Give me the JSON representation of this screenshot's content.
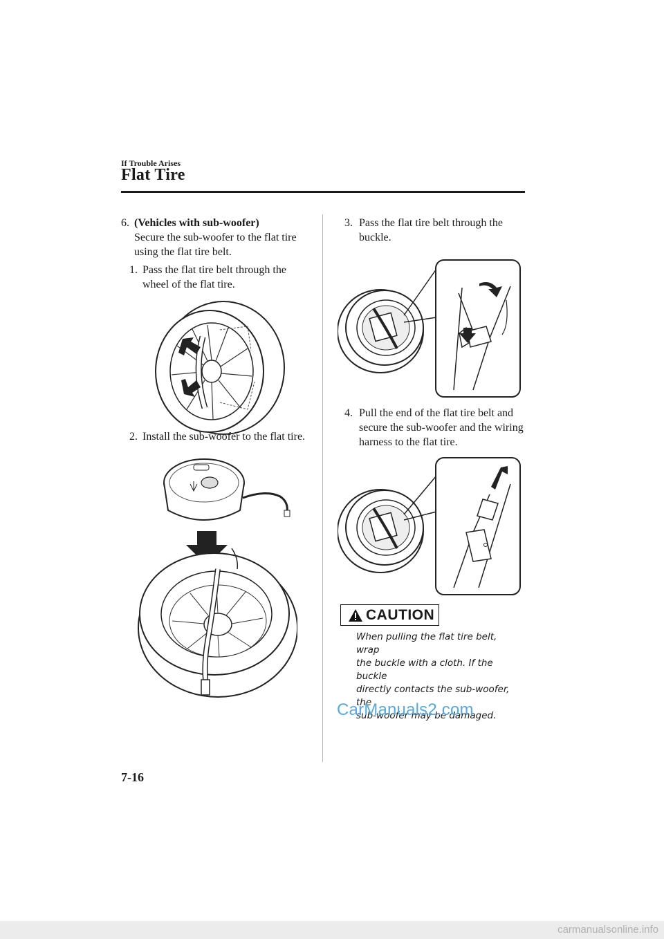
{
  "header": {
    "section": "If Trouble Arises",
    "title": "Flat Tire"
  },
  "left_column": {
    "step_number": "6.",
    "step_heading": "(Vehicles with sub-woofer)",
    "step_text_line1": "Secure the sub-woofer to the flat tire",
    "step_text_line2": "using the flat tire belt.",
    "substeps": [
      {
        "number": "1.",
        "line1": "Pass the flat tire belt through the",
        "line2": "wheel of the flat tire."
      },
      {
        "number": "2.",
        "line1": "Install the sub-woofer to the flat tire.",
        "line2": ""
      }
    ]
  },
  "right_column": {
    "substeps": [
      {
        "number": "3.",
        "line1": "Pass the flat tire belt through the",
        "line2": "buckle.",
        "line3": ""
      },
      {
        "number": "4.",
        "line1": "Pull the end of the flat tire belt and",
        "line2": "secure the sub-woofer and the wiring",
        "line3": "harness to the flat tire."
      }
    ],
    "caution": {
      "label": "CAUTION",
      "lines": [
        "When pulling the flat tire belt, wrap",
        "the buckle with a cloth. If the buckle",
        "directly contacts the sub-woofer, the",
        "sub-woofer may be damaged."
      ]
    }
  },
  "footer": {
    "page_number": "7-16",
    "watermark": "CarManuals2.com",
    "site_watermark": "carmanualsonline.info"
  },
  "icons": [
    "warning-triangle-icon",
    "arrow-icon"
  ]
}
